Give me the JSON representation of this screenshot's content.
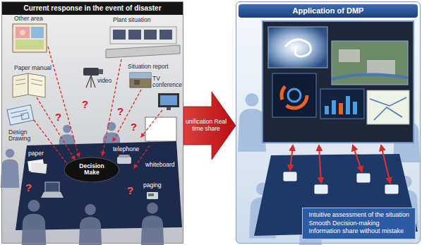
{
  "diagram": {
    "nodes": [
      {
        "text": [
          "Current response in the event of disaster"
        ]
      },
      {
        "text": [
          "Decision Make"
        ],
        "in": 0
      },
      {
        "text": [
          "Application of DMP"
        ]
      },
      {
        "text": [
          "Intuitive assessment of the situation",
          "Smooth Decision-making",
          "Information share without mistake"
        ],
        "in": 2
      }
    ],
    "edges": [
      {
        "from": 0,
        "to": 2,
        "arrow": "to",
        "label": "unification Real time share"
      }
    ],
    "labels": [
      "Other area",
      "Plant situation",
      "video",
      "Situation report",
      "TV conference",
      "Paper manual",
      "paper",
      "Design Drawing",
      "telephone",
      "whiteboard",
      "paging",
      "?",
      "?",
      "?",
      "?",
      "?",
      "?"
    ]
  }
}
